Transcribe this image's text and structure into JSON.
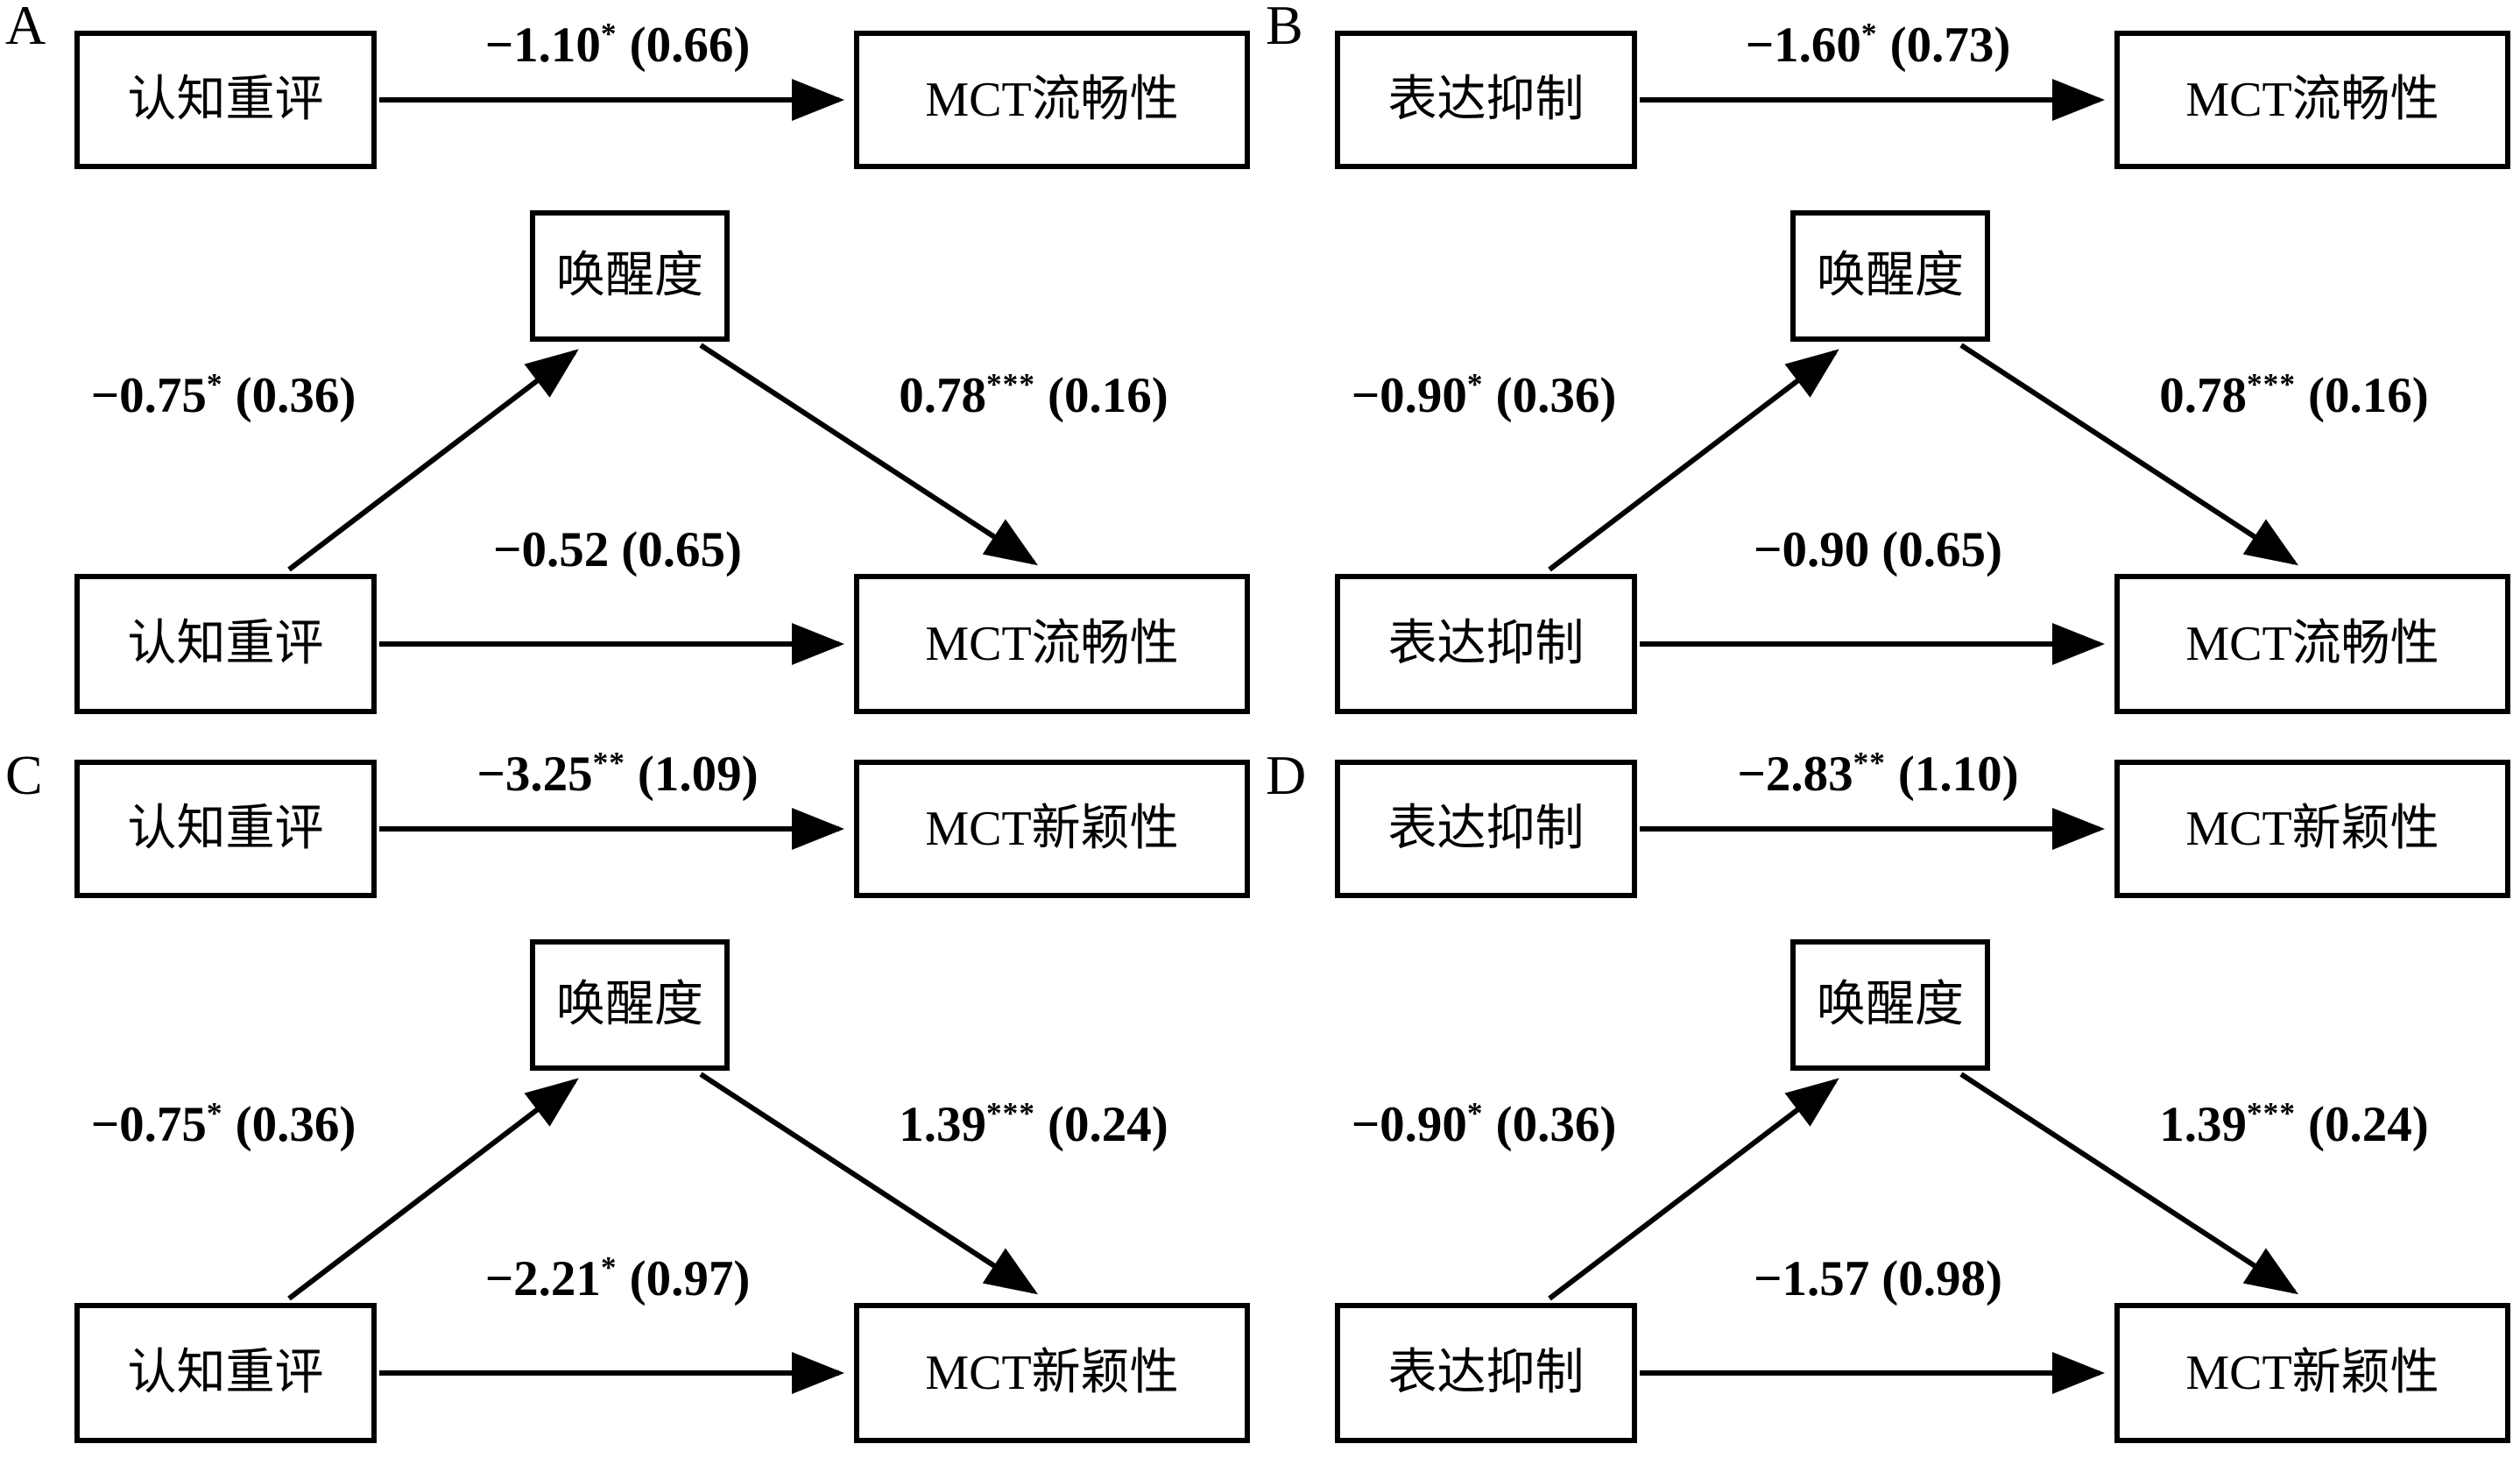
{
  "figure": {
    "description_colors": {
      "ink": "#000000",
      "background": "#ffffff"
    },
    "panels": [
      {
        "label": "A",
        "predictor": "认知重评",
        "mediator": "唤醒度",
        "outcome": "MCT流畅性",
        "total": {
          "value": "−1.10",
          "stars": "*",
          "se": "(0.66)"
        },
        "a_path": {
          "value": "−0.75",
          "stars": "*",
          "se": "(0.36)"
        },
        "b_path": {
          "value": "0.78",
          "stars": "***",
          "se": "(0.16)"
        },
        "direct": {
          "value": "−0.52",
          "stars": "",
          "se": "(0.65)"
        }
      },
      {
        "label": "B",
        "predictor": "表达抑制",
        "mediator": "唤醒度",
        "outcome": "MCT流畅性",
        "total": {
          "value": "−1.60",
          "stars": "*",
          "se": "(0.73)"
        },
        "a_path": {
          "value": "−0.90",
          "stars": "*",
          "se": "(0.36)"
        },
        "b_path": {
          "value": "0.78",
          "stars": "***",
          "se": "(0.16)"
        },
        "direct": {
          "value": "−0.90",
          "stars": "",
          "se": "(0.65)"
        }
      },
      {
        "label": "C",
        "predictor": "认知重评",
        "mediator": "唤醒度",
        "outcome": "MCT新颖性",
        "total": {
          "value": "−3.25",
          "stars": "**",
          "se": "(1.09)"
        },
        "a_path": {
          "value": "−0.75",
          "stars": "*",
          "se": "(0.36)"
        },
        "b_path": {
          "value": "1.39",
          "stars": "***",
          "se": "(0.24)"
        },
        "direct": {
          "value": "−2.21",
          "stars": "*",
          "se": "(0.97)"
        }
      },
      {
        "label": "D",
        "predictor": "表达抑制",
        "mediator": "唤醒度",
        "outcome": "MCT新颖性",
        "total": {
          "value": "−2.83",
          "stars": "**",
          "se": "(1.10)"
        },
        "a_path": {
          "value": "−0.90",
          "stars": "*",
          "se": "(0.36)"
        },
        "b_path": {
          "value": "1.39",
          "stars": "***",
          "se": "(0.24)"
        },
        "direct": {
          "value": "−1.57",
          "stars": "",
          "se": "(0.98)"
        }
      }
    ]
  }
}
